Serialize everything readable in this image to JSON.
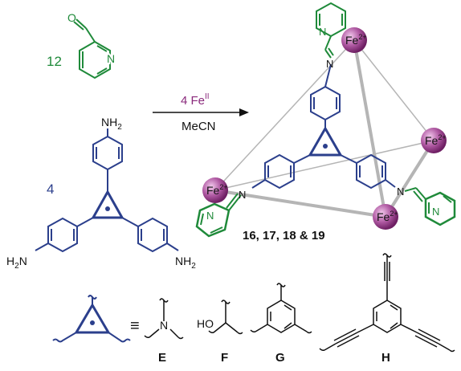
{
  "colors": {
    "green": "#1f8a3a",
    "navy": "#2b3f8c",
    "purple": "#8a2a7c",
    "black": "#111111",
    "cage_edge": "#b5b5b5",
    "fe_sphere": "#a14a95"
  },
  "reagents": {
    "aldehyde_equiv": "12",
    "aldehyde_atom_O": "O",
    "aldehyde_atom_N": "N",
    "amine_equiv": "4",
    "nh2_top": "NH",
    "nh2_sub": "2",
    "h2n_left_H": "H",
    "h2n_left_sub": "2",
    "h2n_left_N": "N",
    "nh2_right": "NH",
    "nh2_right_sub": "2"
  },
  "reaction": {
    "metal_label": "4 Fe",
    "metal_sup": "II",
    "solvent": "MeCN"
  },
  "product": {
    "fe_label": "Fe",
    "fe_charge": "2+",
    "imine_N": "N",
    "pyridine_N": "N",
    "compound_numbers": "16, 17, 18 & 19"
  },
  "legend": {
    "equiv_sign": "≡",
    "ho_label": "HO",
    "n_label": "N",
    "labels": [
      "E",
      "F",
      "G",
      "H"
    ]
  }
}
